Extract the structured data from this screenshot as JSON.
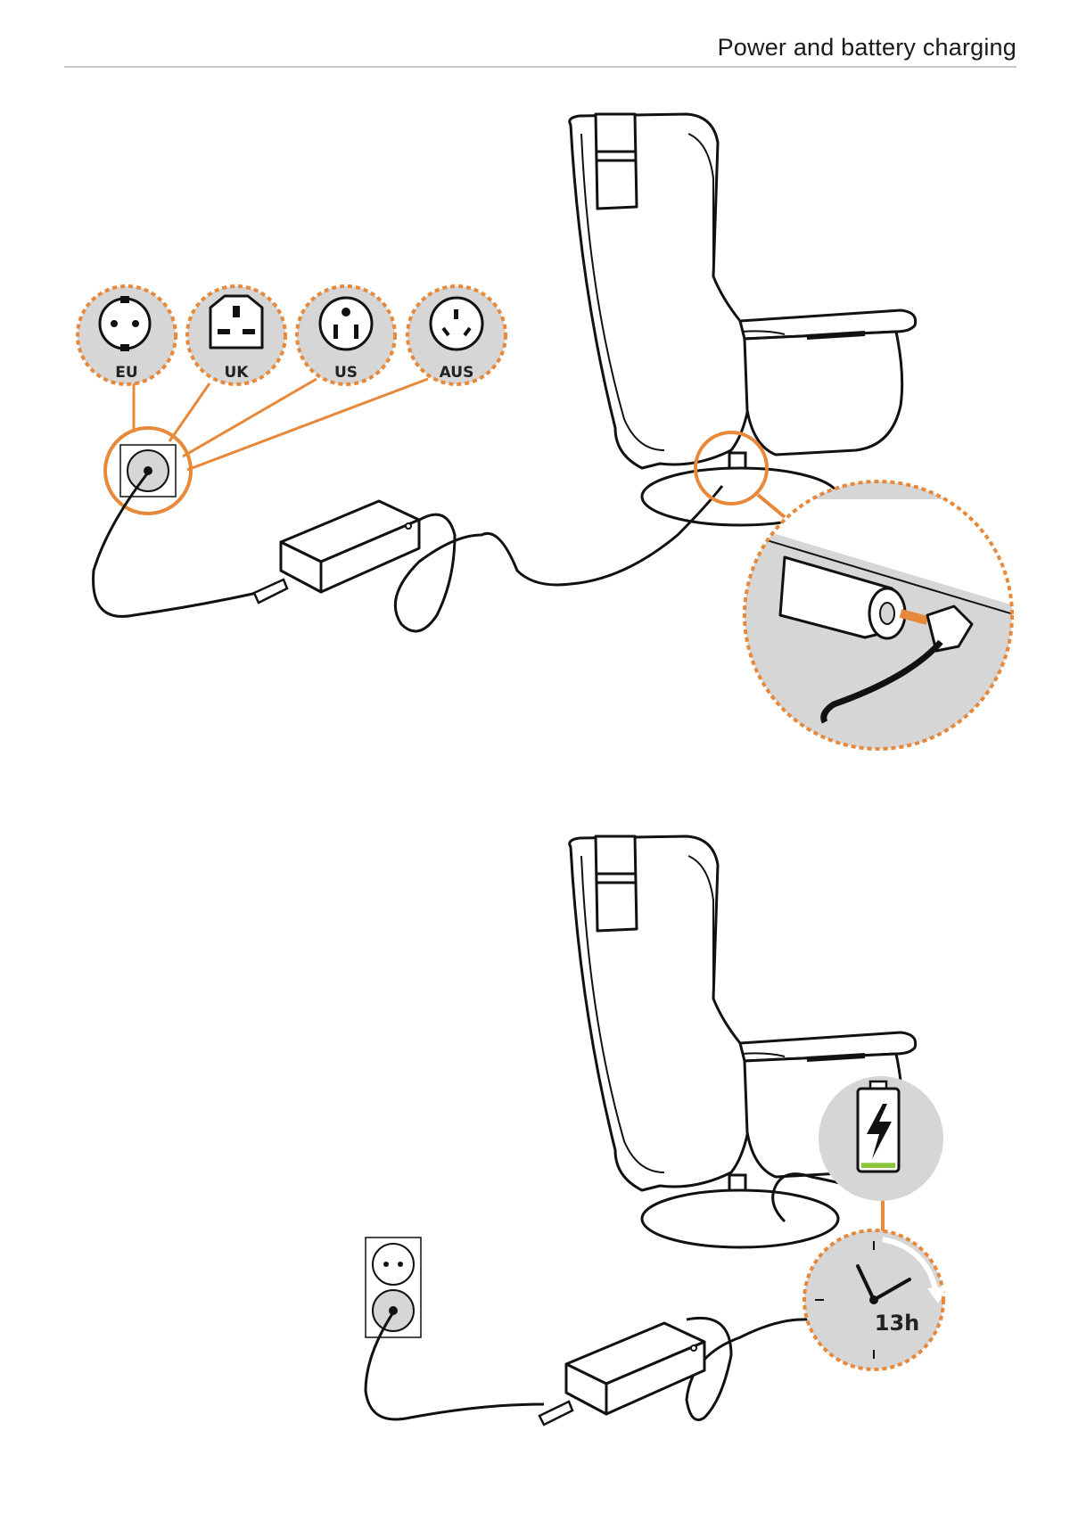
{
  "header": {
    "title": "Power and battery charging"
  },
  "plug_types": [
    {
      "label": "EU",
      "icon": "eu-plug-icon"
    },
    {
      "label": "UK",
      "icon": "uk-plug-icon"
    },
    {
      "label": "US",
      "icon": "us-plug-icon"
    },
    {
      "label": "AUS",
      "icon": "aus-plug-icon"
    }
  ],
  "charging": {
    "duration": "13h",
    "battery_level": 0.15
  },
  "colors": {
    "accent": "#e8883a",
    "zoom_fill": "#d6d6d6",
    "battery_green": "#8cc63f",
    "line": "#111111"
  }
}
